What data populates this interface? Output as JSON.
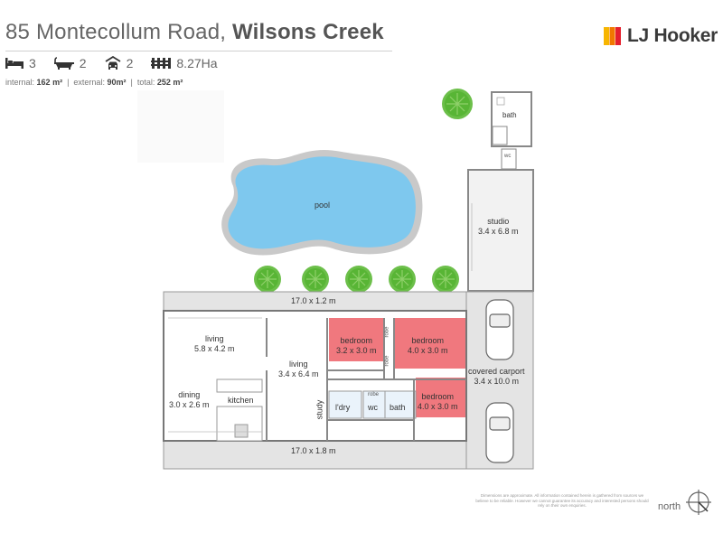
{
  "header": {
    "title_main": "85 Montecollum Road,",
    "title_sub": "Wilsons Creek",
    "beds": "3",
    "baths": "2",
    "cars": "2",
    "land": "8.27Ha",
    "areas": {
      "internal_label": "internal:",
      "internal_value": "162 m²",
      "external_label": "external:",
      "external_value": "90m²",
      "total_label": "total:",
      "total_value": "252 m²"
    }
  },
  "brand": {
    "name": "LJ Hooker",
    "colors": [
      "#f7b500",
      "#f07800",
      "#e5202e"
    ]
  },
  "plan": {
    "pool": "pool",
    "bath_top": "bath",
    "wc_top": "wc",
    "studio_name": "studio",
    "studio_size": "3.4 x 6.8 m",
    "deck_top": "17.0 x 1.2 m",
    "deck_bottom": "17.0 x 1.8 m",
    "living1_name": "living",
    "living1_size": "5.8 x 4.2 m",
    "living2_name": "living",
    "living2_size": "3.4 x 6.4 m",
    "dining_name": "dining",
    "dining_size": "3.0 x 2.6 m",
    "kitchen": "kitchen",
    "study": "study",
    "laundry": "l'dry",
    "wc": "wc",
    "bath": "bath",
    "robe": "robe",
    "bed1_name": "bedroom",
    "bed1_size": "3.2 x 3.0 m",
    "bed2_name": "bedroom",
    "bed2_size": "4.0 x 3.0 m",
    "bed3_name": "bedroom",
    "bed3_size": "4.0 x 3.0 m",
    "carport_name": "covered carport",
    "carport_size": "3.4 x 10.0 m",
    "bedroom_color": "#f0787e"
  },
  "footer": {
    "disclaimer": "Dimensions are approximate. All information contained herein is gathered from sources we believe to be reliable. However we cannot guarantee its accuracy and interested persons should rely on their own enquiries.",
    "north": "north"
  }
}
